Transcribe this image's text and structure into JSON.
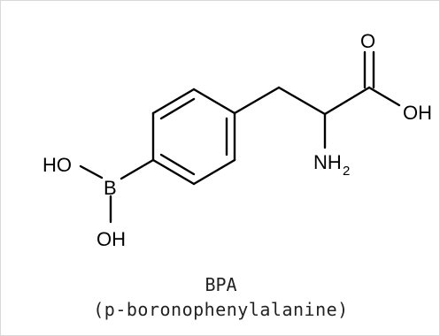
{
  "atoms": {
    "o_carbonyl": "O",
    "oh_acid": "OH",
    "nh": "NH",
    "nh_sub": "2",
    "ho_boron": "HO",
    "boron": "B",
    "oh_boron": "OH"
  },
  "caption": {
    "abbreviation": "BPA",
    "name": "(p-boronophenylalanine)"
  },
  "colors": {
    "ink": "#000000",
    "caption_ink": "#222222",
    "background": "#ffffff"
  }
}
